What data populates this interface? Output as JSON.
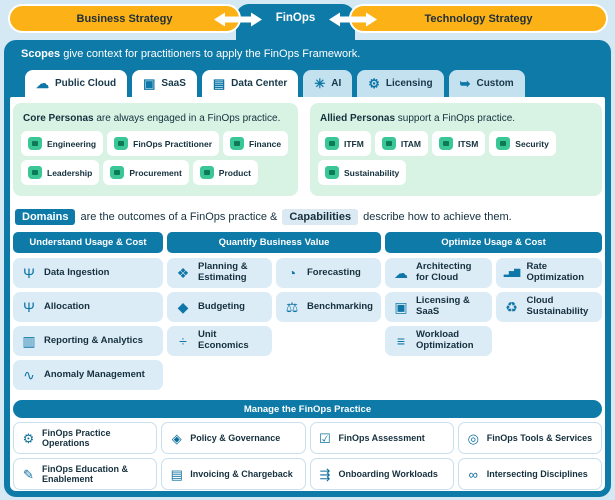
{
  "top_bar": {
    "left": "Business Strategy",
    "center": "FinOps",
    "right": "Technology Strategy"
  },
  "scopes": {
    "intro_bold": "Scopes",
    "intro_rest": " give context for practitioners to apply the FinOps Framework.",
    "tabs": [
      {
        "label": "Public Cloud",
        "icon": "☁",
        "icon_name": "cloud-icon",
        "active": true
      },
      {
        "label": "SaaS",
        "icon": "▣",
        "icon_name": "browser-window-icon",
        "active": true
      },
      {
        "label": "Data Center",
        "icon": "▤",
        "icon_name": "server-rack-icon",
        "active": true
      },
      {
        "label": "AI",
        "icon": "✳",
        "icon_name": "sparkle-icon",
        "active": false
      },
      {
        "label": "Licensing",
        "icon": "⚙",
        "icon_name": "code-gear-icon",
        "active": false
      },
      {
        "label": "Custom",
        "icon": "➥",
        "icon_name": "chat-arrow-icon",
        "active": false
      }
    ]
  },
  "personas": {
    "core": {
      "title_bold": "Core Personas",
      "title_rest": " are always engaged in a FinOps practice.",
      "items": [
        "Engineering",
        "FinOps Practitioner",
        "Finance",
        "Leadership",
        "Procurement",
        "Product"
      ]
    },
    "allied": {
      "title_bold": "Allied Personas",
      "title_rest": " support a FinOps practice.",
      "items": [
        "ITFM",
        "ITAM",
        "ITSM",
        "Security",
        "Sustainability"
      ]
    }
  },
  "domains_intro": {
    "domains_badge": "Domains",
    "middle": "are the outcomes of a FinOps practice &",
    "capabilities_badge": "Capabilities",
    "end": "describe how to achieve them."
  },
  "domains": [
    {
      "title": "Understand Usage & Cost",
      "cols": 1,
      "items": [
        {
          "label": "Data Ingestion",
          "icon": "Ψ",
          "icon_name": "trident-icon"
        },
        {
          "label": "Allocation",
          "icon": "Ψ",
          "icon_name": "trident-icon"
        },
        {
          "label": "Reporting & Analytics",
          "icon": "▥",
          "icon_name": "bar-chart-icon"
        },
        {
          "label": "Anomaly Management",
          "icon": "∿",
          "icon_name": "anomaly-wave-icon"
        }
      ]
    },
    {
      "title": "Quantify Business Value",
      "cols": 2,
      "items": [
        {
          "label": "Planning & Estimating",
          "icon": "❖",
          "icon_name": "planning-nodes-icon"
        },
        {
          "label": "Forecasting",
          "icon": "◔",
          "icon_name": "crystal-ball-icon"
        },
        {
          "label": "Budgeting",
          "icon": "◆",
          "icon_name": "budget-icon"
        },
        {
          "label": "Benchmarking",
          "icon": "⚖",
          "icon_name": "scales-icon"
        },
        {
          "label": "Unit Economics",
          "icon": "÷",
          "icon_name": "unit-economics-icon"
        }
      ]
    },
    {
      "title": "Optimize Usage & Cost",
      "cols": 2,
      "items": [
        {
          "label": "Architecting for Cloud",
          "icon": "☁",
          "icon_name": "cloud-icon"
        },
        {
          "label": "Rate Optimization",
          "icon": "▂▅▇",
          "icon_name": "rate-bars-icon",
          "small": true
        },
        {
          "label": "Licensing & SaaS",
          "icon": "▣",
          "icon_name": "license-window-icon"
        },
        {
          "label": "Cloud Sustainability",
          "icon": "♻",
          "icon_name": "sustainability-icon"
        },
        {
          "label": "Workload Optimization",
          "icon": "≡",
          "icon_name": "sliders-icon"
        }
      ]
    }
  ],
  "manage": {
    "title": "Manage the FinOps Practice",
    "items": [
      {
        "label": "FinOps Practice Operations",
        "icon": "⚙",
        "icon_name": "gear-icon"
      },
      {
        "label": "Policy & Governance",
        "icon": "◈",
        "icon_name": "shield-icon"
      },
      {
        "label": "FinOps Assessment",
        "icon": "☑",
        "icon_name": "checklist-icon"
      },
      {
        "label": "FinOps Tools & Services",
        "icon": "◎",
        "icon_name": "magnifier-icon"
      },
      {
        "label": "FinOps Education & Enablement",
        "icon": "✎",
        "icon_name": "graduation-cap-icon"
      },
      {
        "label": "Invoicing & Chargeback",
        "icon": "▤",
        "icon_name": "invoice-icon"
      },
      {
        "label": "Onboarding Workloads",
        "icon": "⇶",
        "icon_name": "onboarding-arrows-icon"
      },
      {
        "label": "Intersecting Disciplines",
        "icon": "∞",
        "icon_name": "venn-icon"
      }
    ]
  },
  "colors": {
    "teal": "#0d7aa8",
    "yellow": "#fcb216",
    "page_background": "#d4e9f4",
    "capability_card": "#dcecf7",
    "personas_panel": "#d8f2e4",
    "persona_icon_green": "#3bc795",
    "icon_blue": "#0f76a8",
    "text_dark": "#15303d"
  }
}
